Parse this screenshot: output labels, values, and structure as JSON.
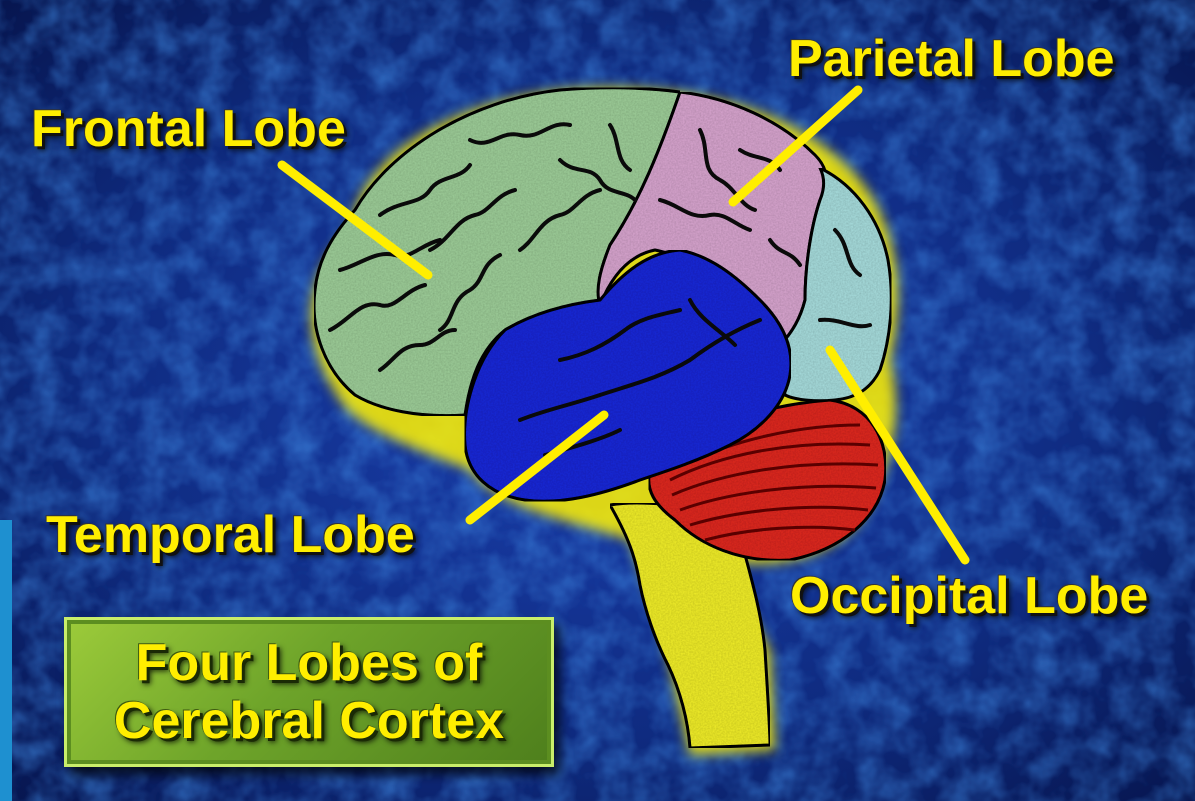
{
  "labels": {
    "frontal": "Frontal Lobe",
    "parietal": "Parietal Lobe",
    "temporal": "Temporal Lobe",
    "occipital": "Occipital Lobe"
  },
  "title": {
    "line1": "Four Lobes of",
    "line2": "Cerebral Cortex"
  },
  "colors": {
    "background": "#0d2a7a",
    "frontal": "#9fcf9a",
    "parietal": "#d9a6d0",
    "occipital": "#a8dede",
    "temporal": "#1a2bd9",
    "cerebellum": "#e02a20",
    "brainstem": "#f2ef2c",
    "label_text": "#ffee00",
    "outline": "#000000",
    "glow": "#fff200",
    "title_box": "#7cb32f"
  }
}
